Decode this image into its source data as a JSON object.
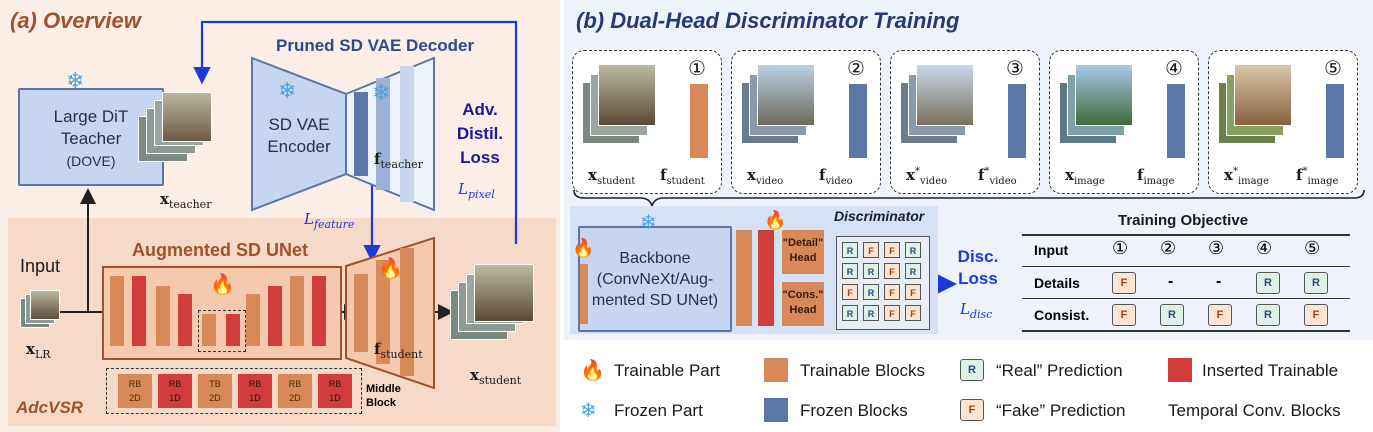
{
  "panel_a": {
    "title": "(a) Overview",
    "teacher": {
      "line1": "Large DiT",
      "line2": "Teacher",
      "line3": "(DOVE)"
    },
    "x_teacher": "x",
    "x_teacher_sub": "teacher",
    "pruned_decoder_title": "Pruned SD VAE Decoder",
    "vae_encoder": {
      "line1": "SD VAE",
      "line2": "Encoder"
    },
    "f_teacher": "f",
    "f_teacher_sub": "teacher",
    "adv_loss": {
      "line1": "Adv.",
      "line2": "Distil.",
      "line3": "Loss"
    },
    "l_pixel": "L",
    "l_pixel_sub": "pixel",
    "l_feature": "L",
    "l_feature_sub": "feature",
    "input_label": "Input",
    "x_lr": "x",
    "x_lr_sub": "LR",
    "unet_title": "Augmented SD UNet",
    "f_student": "f",
    "f_student_sub": "student",
    "x_student": "x",
    "x_student_sub": "student",
    "middle_block": {
      "line1": "Middle",
      "line2": "Block"
    },
    "mid_blocks": [
      {
        "l1": "RB",
        "l2": "2D",
        "kind": "o"
      },
      {
        "l1": "RB",
        "l2": "1D",
        "kind": "r"
      },
      {
        "l1": "TB",
        "l2": "2D",
        "kind": "o"
      },
      {
        "l1": "RB",
        "l2": "1D",
        "kind": "r"
      },
      {
        "l1": "RB",
        "l2": "2D",
        "kind": "o"
      },
      {
        "l1": "RB",
        "l2": "1D",
        "kind": "r"
      }
    ],
    "footer": "AdcVSR"
  },
  "panel_b": {
    "title": "(b) Dual-Head Discriminator Training",
    "samples": [
      {
        "num": "①",
        "x": "x",
        "x_sub": "student",
        "f": "f",
        "f_sub": "student",
        "star": false,
        "bar": "orange"
      },
      {
        "num": "②",
        "x": "x",
        "x_sub": "video",
        "f": "f",
        "f_sub": "video",
        "star": false,
        "bar": "blue"
      },
      {
        "num": "③",
        "x": "x",
        "x_sub": "video",
        "f": "f",
        "f_sub": "video",
        "star": true,
        "bar": "blue"
      },
      {
        "num": "④",
        "x": "x",
        "x_sub": "image",
        "f": "f",
        "f_sub": "image",
        "star": false,
        "bar": "blue"
      },
      {
        "num": "⑤",
        "x": "x",
        "x_sub": "image",
        "f": "f",
        "f_sub": "image",
        "star": true,
        "bar": "blue"
      }
    ],
    "backbone": {
      "line1": "Backbone",
      "line2": "(ConvNeXt/Aug-",
      "line3": "mented SD UNet)"
    },
    "discriminator_label": "Discriminator",
    "detail_head": {
      "line1": "\"Detail\"",
      "line2": "Head"
    },
    "cons_head": {
      "line1": "\"Cons.\"",
      "line2": "Head"
    },
    "grid": [
      [
        "R",
        "F",
        "F",
        "R"
      ],
      [
        "R",
        "R",
        "F",
        "R"
      ],
      [
        "F",
        "R",
        "F",
        "F"
      ],
      [
        "R",
        "R",
        "F",
        "F"
      ]
    ],
    "disc_loss": {
      "line1": "Disc.",
      "line2": "Loss"
    },
    "l_disc": "L",
    "l_disc_sub": "disc",
    "objective": {
      "title": "Training Objective",
      "input_label": "Input",
      "cols": [
        "①",
        "②",
        "③",
        "④",
        "⑤"
      ],
      "rows": [
        {
          "label": "Details",
          "cells": [
            "F",
            "-",
            "-",
            "R",
            "R"
          ]
        },
        {
          "label": "Consist.",
          "cells": [
            "F",
            "R",
            "F",
            "R",
            "F"
          ]
        }
      ]
    }
  },
  "legend": {
    "trainable_part": "Trainable Part",
    "frozen_part": "Frozen Part",
    "trainable_blocks": "Trainable Blocks",
    "frozen_blocks": "Frozen Blocks",
    "real_pred": "“Real” Prediction",
    "fake_pred": "“Fake” Prediction",
    "inserted_trainable": "Inserted Trainable",
    "temporal_conv": "Temporal Conv. Blocks",
    "r_letter": "R",
    "f_letter": "F"
  },
  "colors": {
    "trainable": "#d8895a",
    "inserted": "#d13c3c",
    "frozen": "#5b77a8",
    "frozen_light": "#c6d6f0",
    "arrow_blue": "#1a3ad8"
  }
}
